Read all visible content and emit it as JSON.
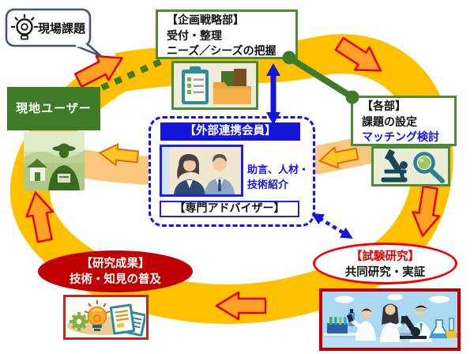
{
  "bubble": {
    "label": "現場課題"
  },
  "planning": {
    "title": "【企画戦略部】",
    "line1": "受付・整理",
    "line2": "ニーズ／シーズの把握"
  },
  "departments": {
    "title": "【各部】",
    "line1": "課題の設定",
    "line2": "マッチング検討"
  },
  "field_user": {
    "label": "現地ユーザー"
  },
  "partner": {
    "header": "【外部連携会員】",
    "note_line1": "助言、人材・",
    "note_line2": "技術紹介",
    "advisor": "【専門アドバイザー】"
  },
  "outcomes": {
    "title": "【研究成果】",
    "line": "技術・知見の普及"
  },
  "research": {
    "title": "【試験研究】",
    "line": "共同研究・実証"
  },
  "colors": {
    "ring_gold": "#FFC000",
    "inner_band": "#F8C77B",
    "arrow_fill": "#FFA226",
    "arrow_outline": "#E60000",
    "inner_arrow_fill": "#FFC425",
    "inner_arrow_outline": "#E36C0A",
    "green_connector": "#3E7A2A",
    "green_box_border": "#4E8A35",
    "field_user_bg": "#3E7B28",
    "blue_accent": "#1515E0",
    "dark_red": "#C00000",
    "bright_red": "#FF0000",
    "bubble_border": "#44546A"
  },
  "icons": {
    "lightbulb-icon": "radiating idea bulb",
    "clipboard-folders-illustration": "clipboard with checklist and document folders",
    "microscope-magnifier-illustration": "microscope and magnifying glass",
    "field-user-illustration": "farmer with farmhouse and fields",
    "partner-members-illustration": "two business advisors",
    "lab-scientists-illustration": "three scientists in a laboratory",
    "knowledge-transfer-illustration": "gear, light bulb and documents"
  }
}
